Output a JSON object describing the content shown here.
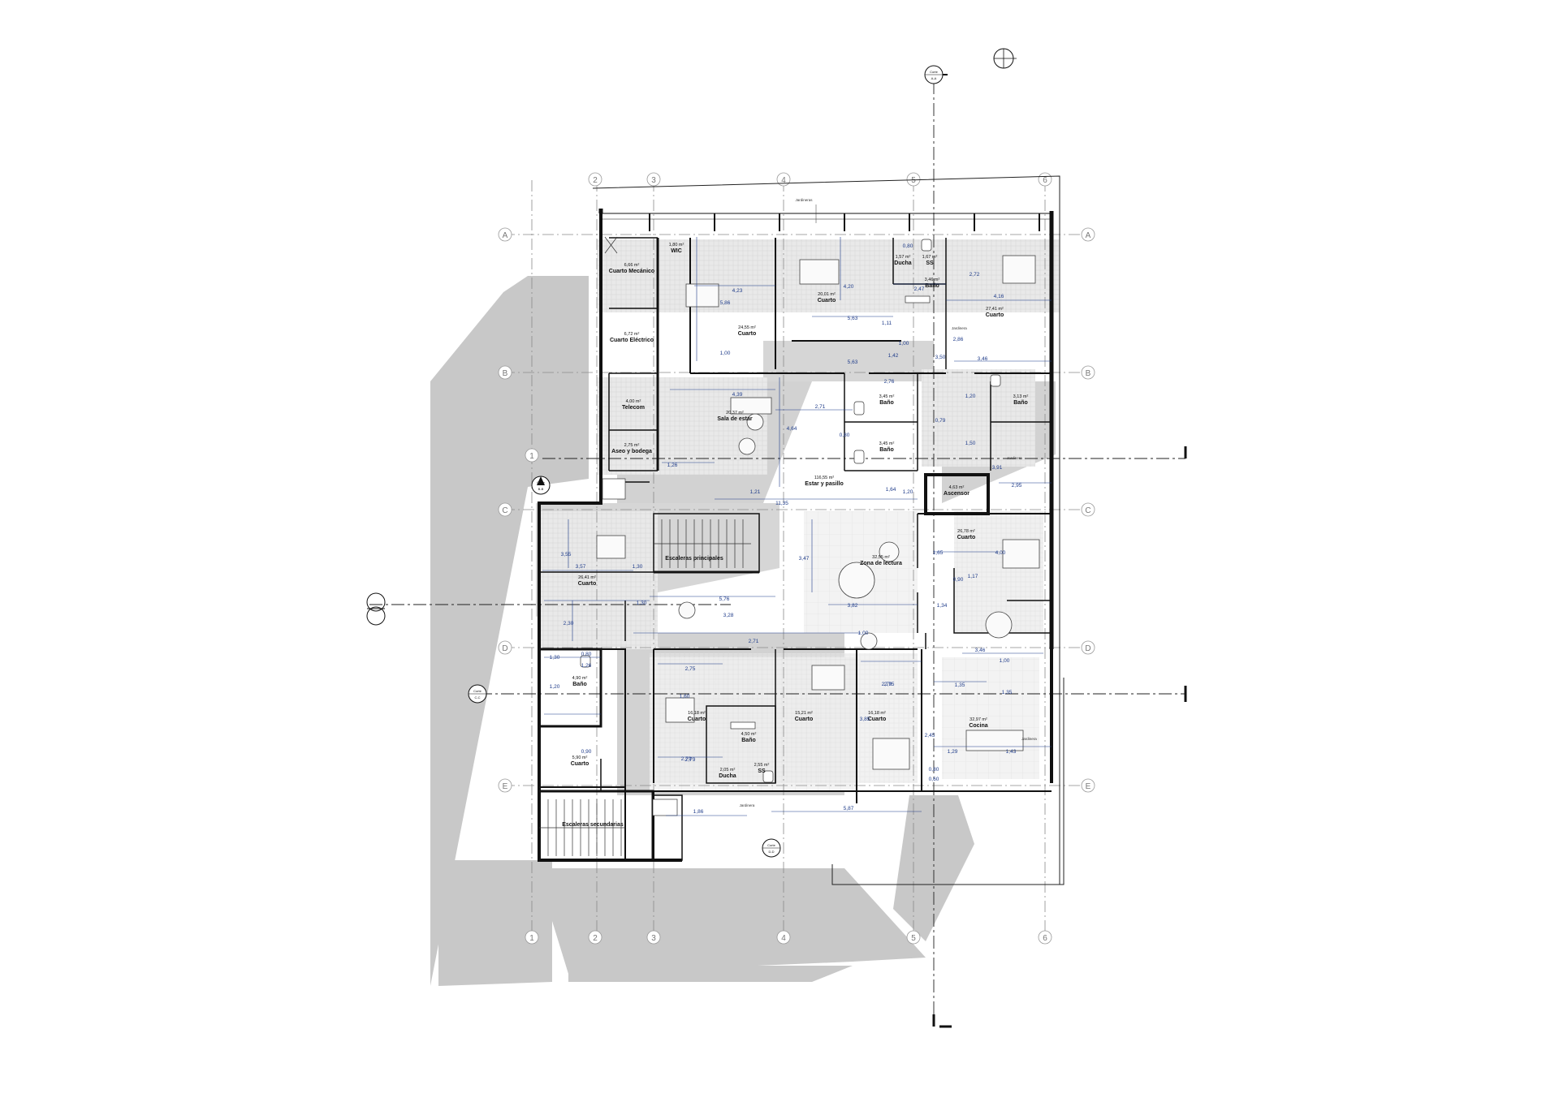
{
  "colors": {
    "wall": "#111111",
    "shadow": "#c8c8c8",
    "floor_texture": "#e6e6e6",
    "dimension": "#1f3c8a",
    "grid": "#8a8a8a",
    "background": "#ffffff"
  },
  "grid": {
    "columns": [
      "1",
      "2",
      "3",
      "4",
      "5",
      "6"
    ],
    "rows": [
      "A",
      "B",
      "C",
      "D",
      "E"
    ]
  },
  "section_markers": [
    {
      "title": "Corte",
      "code": "A-A"
    },
    {
      "title": "Corte",
      "code": "B-B"
    },
    {
      "title": "Corte",
      "code": "C-C"
    },
    {
      "title": "Corte",
      "code": "D-D"
    }
  ],
  "north_icon": "north-arrow-icon",
  "notes": {
    "top_planter": "Jardineras",
    "right_planter_1": "Jardinera",
    "right_planter_2": "Jardinera",
    "right_planter_3": "Jardinera",
    "bottom_planter": "Jardinera"
  },
  "rooms": [
    {
      "key": "cuarto_mecanico",
      "name": "Cuarto Mecánico",
      "area": "6,66 m²"
    },
    {
      "key": "cuarto_electrico",
      "name": "Cuarto Eléctrico",
      "area": "6,72 m²"
    },
    {
      "key": "telecom",
      "name": "Telecom",
      "area": "4,00 m²"
    },
    {
      "key": "aseo_bodega",
      "name": "Aseo y bodega",
      "area": "2,75 m²"
    },
    {
      "key": "wic",
      "name": "WIC",
      "area": "1,80 m²"
    },
    {
      "key": "cuarto_nw",
      "name": "Cuarto",
      "area": "24,55 m²"
    },
    {
      "key": "cuarto_n",
      "name": "Cuarto",
      "area": "20,01 m²"
    },
    {
      "key": "ducha_n",
      "name": "Ducha",
      "area": "1,57 m²"
    },
    {
      "key": "ss_n",
      "name": "SS",
      "area": "1,67 m²"
    },
    {
      "key": "bano_n",
      "name": "Baño",
      "area": "3,46 m²"
    },
    {
      "key": "cuarto_ne",
      "name": "Cuarto",
      "area": "27,41 m²"
    },
    {
      "key": "sala_estar",
      "name": "Sala de estar",
      "area": "20,37 m²"
    },
    {
      "key": "bano_c1",
      "name": "Baño",
      "area": "3,45 m²"
    },
    {
      "key": "bano_c2",
      "name": "Baño",
      "area": "3,45 m²"
    },
    {
      "key": "bano_e",
      "name": "Baño",
      "area": "3,13 m²"
    },
    {
      "key": "estar_pasillo",
      "name": "Estar y pasillo",
      "area": "116,55 m²"
    },
    {
      "key": "ascensor",
      "name": "Ascensor",
      "area": "4,63 m²"
    },
    {
      "key": "escaleras_principales",
      "name": "Escaleras principales",
      "area": ""
    },
    {
      "key": "cuarto_w",
      "name": "Cuarto",
      "area": "26,41 m²"
    },
    {
      "key": "zona_lectura",
      "name": "Zona de lectura",
      "area": "32,55 m²"
    },
    {
      "key": "cuarto_e",
      "name": "Cuarto",
      "area": "26,78 m²"
    },
    {
      "key": "bano_w",
      "name": "Baño",
      "area": "4,90 m²"
    },
    {
      "key": "cuarto_sw",
      "name": "Cuarto",
      "area": "5,90 m²"
    },
    {
      "key": "cuarto_s1",
      "name": "Cuarto",
      "area": "16,18 m²"
    },
    {
      "key": "bano_s",
      "name": "Baño",
      "area": "4,50 m²"
    },
    {
      "key": "ducha_s",
      "name": "Ducha",
      "area": "2,05 m²"
    },
    {
      "key": "ss_s",
      "name": "SS",
      "area": "2,55 m²"
    },
    {
      "key": "cuarto_s2",
      "name": "Cuarto",
      "area": "15,21 m²"
    },
    {
      "key": "cuarto_s3",
      "name": "Cuarto",
      "area": "16,18 m²"
    },
    {
      "key": "cocina",
      "name": "Cocina",
      "area": "32,97 m²"
    },
    {
      "key": "escaleras_secundarias",
      "name": "Escaleras secundarias",
      "area": ""
    }
  ],
  "dimensions": [
    "4,23",
    "5,86",
    "1,00",
    "4,39",
    "2,71",
    "4,64",
    "0,80",
    "1,26",
    "1,21",
    "11,35",
    "4,20",
    "5,63",
    "1,11",
    "1,00",
    "1,42",
    "5,63",
    "2,47",
    "2,76",
    "0,80",
    "2,72",
    "4,16",
    "2,86",
    "3,46",
    "3,50",
    "1,20",
    "0,79",
    "1,50",
    "3,91",
    "2,95",
    "1,64",
    "1,20",
    "1,65",
    "4,00",
    "1,17",
    "0,90",
    "1,34",
    "3,82",
    "3,47",
    "3,55",
    "3,57",
    "1,30",
    "5,76",
    "3,28",
    "1,30",
    "2,30",
    "2,71",
    "1,00",
    "2,75",
    "1,60",
    "2,79",
    "2,75",
    "3,85",
    "2,45",
    "1,35",
    "1,00",
    "1,35",
    "1,29",
    "1,43",
    "0,80",
    "0,60",
    "1,30",
    "0,80",
    "1,26",
    "1,20",
    "0,90",
    "1,86",
    "5,87",
    "3,46",
    "2,79",
    "2,79"
  ]
}
